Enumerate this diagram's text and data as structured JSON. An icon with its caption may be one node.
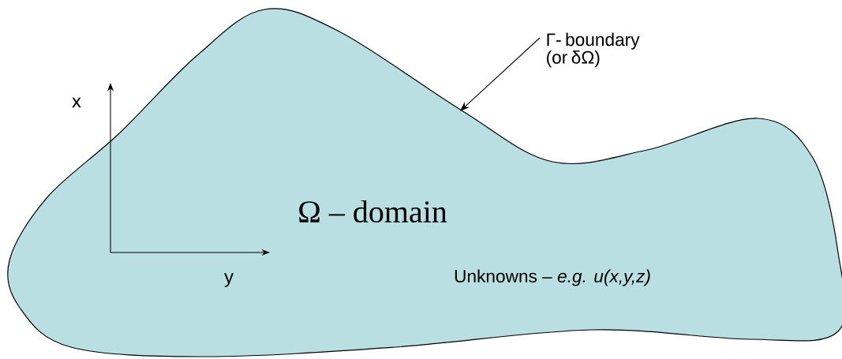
{
  "diagram": {
    "nodes": [
      {
        "text": [
          "Ω – domain",
          "Unknowns – *e.g. u(x,y,z)*"
        ]
      },
      {
        "text": [
          "Γ- boundary (or δΩ)"
        ]
      }
    ],
    "edges": [
      {
        "from": 1,
        "to": 0,
        "arrow": "to"
      }
    ],
    "labels": [
      "x",
      "y"
    ]
  }
}
